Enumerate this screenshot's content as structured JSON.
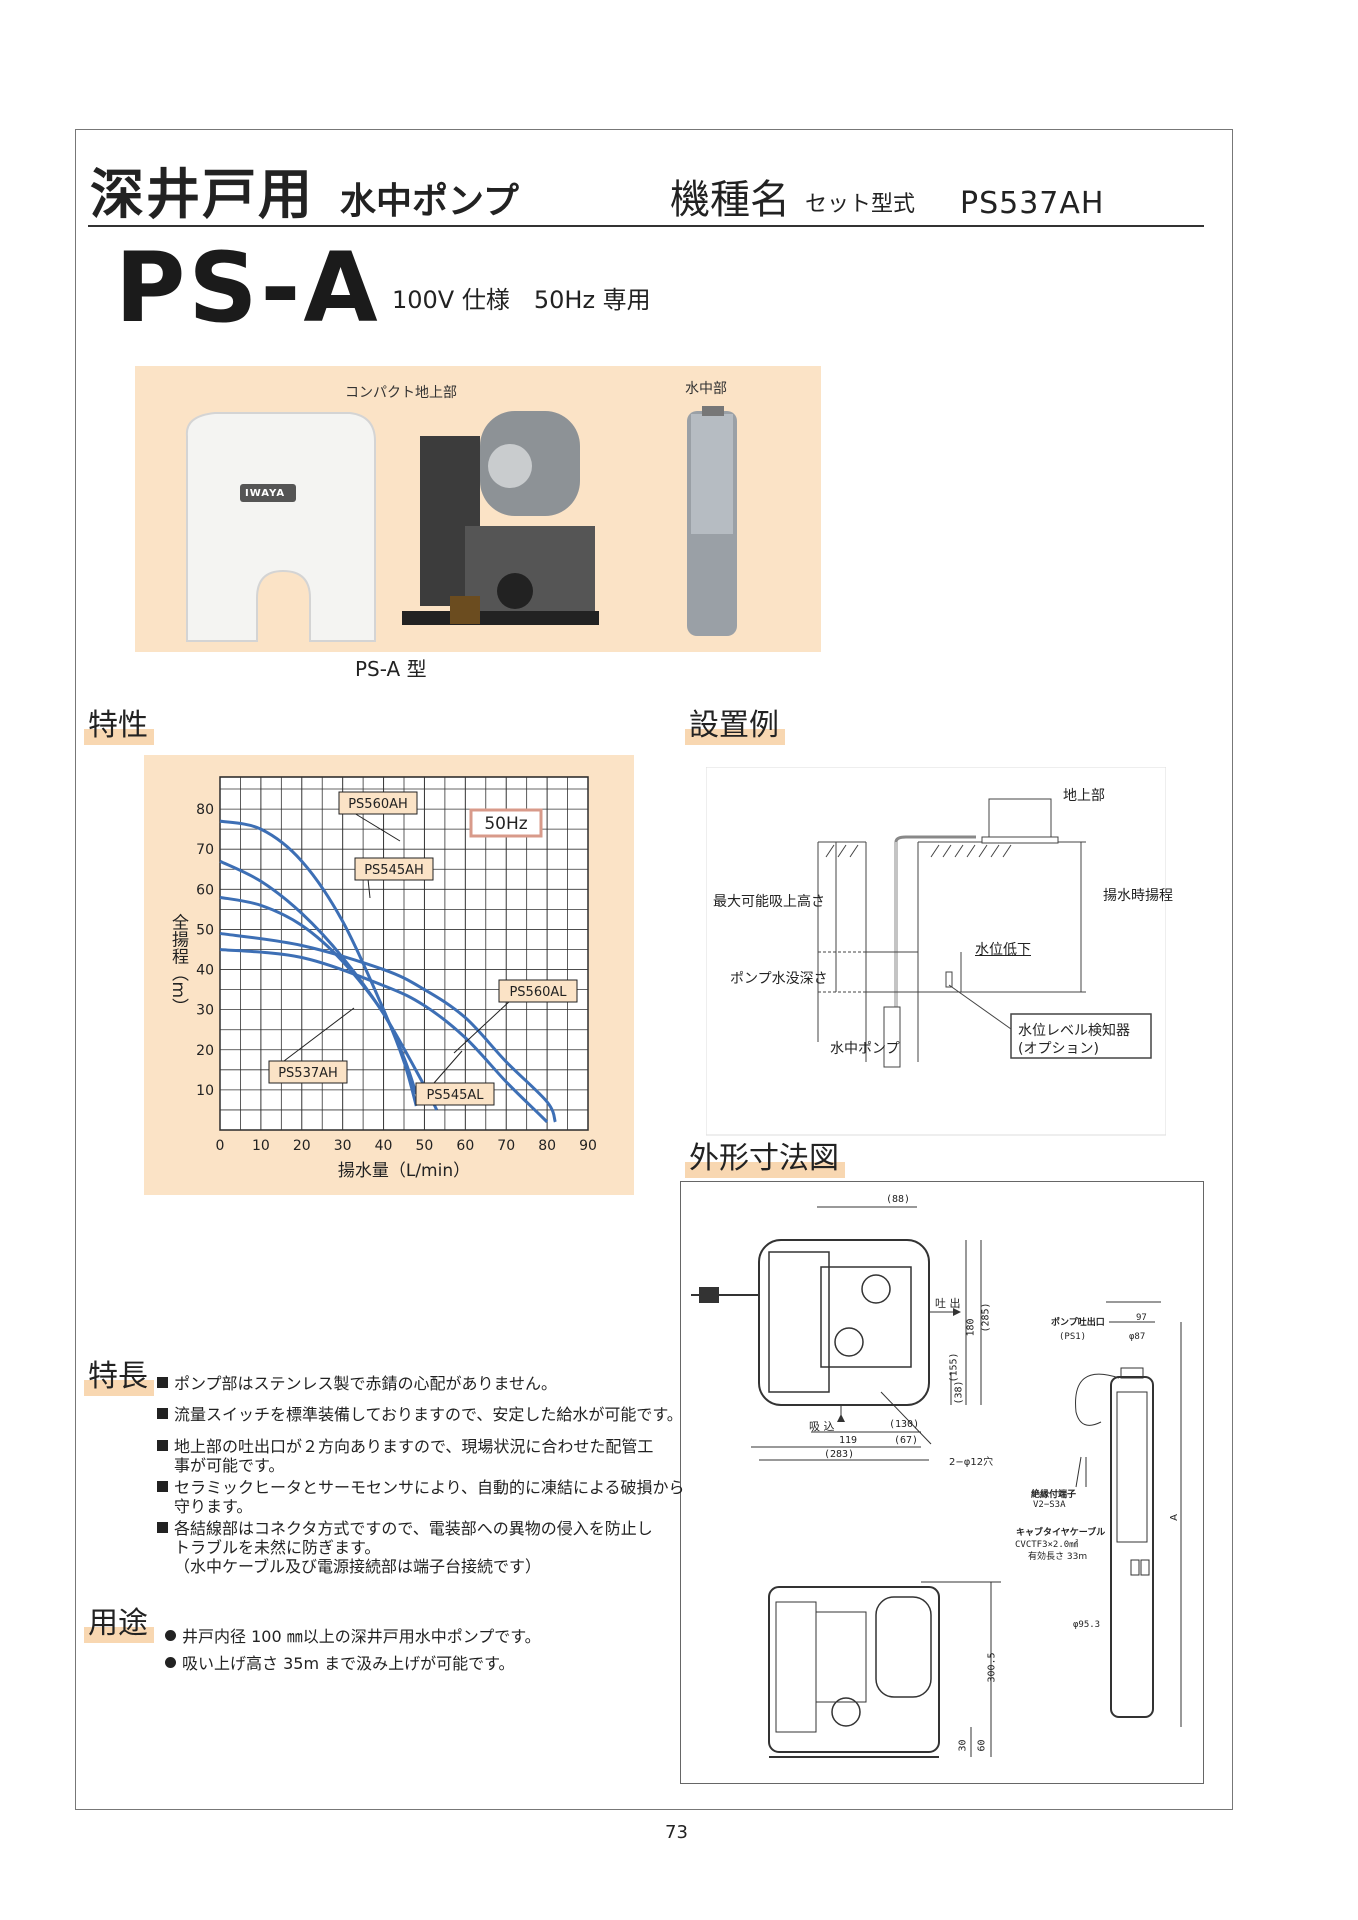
{
  "header": {
    "title_main": "深井戸用",
    "title_sub": "水中ポンプ",
    "model_label": "機種名",
    "model_sub": "セット型式",
    "model_code": "PS537AH",
    "series": "PS-A",
    "spec": "100V 仕様　50Hz 専用"
  },
  "photo": {
    "label_above_ground": "コンパクト地上部",
    "label_submersible": "水中部",
    "logo": "IWAYA",
    "caption": "PS-A 型"
  },
  "sections": {
    "characteristics": "特性",
    "installation": "設置例",
    "dimensions": "外形寸法図",
    "features": "特長",
    "usage": "用途"
  },
  "chart_data": {
    "type": "line",
    "xlabel": "揚水量（L/min）",
    "ylabel": "全揚程（m）",
    "xlim": [
      0,
      90
    ],
    "ylim": [
      0,
      88
    ],
    "xticks": [
      0,
      10,
      20,
      30,
      40,
      50,
      60,
      70,
      80,
      90
    ],
    "yticks": [
      10,
      20,
      30,
      40,
      50,
      60,
      70,
      80
    ],
    "grid": true,
    "annotation": "50Hz",
    "series": [
      {
        "name": "PS560AH",
        "x": [
          0,
          10,
          20,
          30,
          40,
          45,
          48
        ],
        "y": [
          77,
          75,
          67,
          52,
          30,
          17,
          6
        ]
      },
      {
        "name": "PS545AH",
        "x": [
          0,
          10,
          20,
          30,
          40,
          50,
          53
        ],
        "y": [
          67,
          62,
          54,
          43,
          29,
          11,
          5
        ]
      },
      {
        "name": "PS537AH",
        "x": [
          0,
          10,
          20,
          30,
          40,
          45,
          48
        ],
        "y": [
          58,
          56,
          51,
          42,
          29,
          18,
          9
        ]
      },
      {
        "name": "PS560AL",
        "x": [
          0,
          20,
          40,
          50,
          60,
          70,
          80,
          82
        ],
        "y": [
          49,
          46,
          40,
          35,
          28,
          17,
          7,
          2
        ]
      },
      {
        "name": "PS545AL",
        "x": [
          0,
          20,
          40,
          50,
          60,
          70,
          78,
          80
        ],
        "y": [
          45,
          43,
          36,
          31,
          23,
          12,
          4,
          2
        ]
      }
    ]
  },
  "installation": {
    "above_ground": "地上部",
    "max_suction": "最大可能吸上高さ",
    "pump_head": "揚水時揚程",
    "water_drop": "水位低下",
    "submersion_depth": "ポンプ水没深さ",
    "pump": "水中ポンプ",
    "level_sensor_1": "水位レベル検知器",
    "level_sensor_2": "(オプション)"
  },
  "dimensions": {
    "d88": "(88)",
    "discharge": "吐 出",
    "suction": "吸 込",
    "d155": "(155)",
    "d180": "180",
    "d285": "(285)",
    "d38": "(38)",
    "d130": "(130)",
    "d67": "(67)",
    "d119": "119",
    "d283": "(283)",
    "holes": "2−φ12穴",
    "d300_5": "300.5",
    "d30": "30",
    "d60": "60",
    "pump_outlet": "ポンプ吐出口",
    "ps1": "(PS1)",
    "d97": "97",
    "phi87": "φ87",
    "terminal": "絶縁付端子",
    "terminal_code": "V2−S3A",
    "cable": "キャブタイヤケーブル",
    "cable_spec": "CVCTF3×2.0㎟",
    "cable_len": "有効長さ 33m",
    "dim_a": "A",
    "phi95_3": "φ95.3"
  },
  "features": [
    "ポンプ部はステンレス製で赤錆の心配がありません。",
    "流量スイッチを標準装備しておりますので、安定した給水が可能です。",
    "地上部の吐出口が２方向ありますので、現場状況に合わせた配管工",
    "事が可能です。",
    "セラミックヒータとサーモセンサにより、自動的に凍結による破損から",
    "守ります。",
    "各結線部はコネクタ方式ですので、電装部への異物の侵入を防止し",
    "トラブルを未然に防ぎます。",
    "（水中ケーブル及び電源接続部は端子台接続です）"
  ],
  "usage": [
    "井戸内径 100 ㎜以上の深井戸用水中ポンプです。",
    "吸い上げ高さ 35m まで汲み上げが可能です。"
  ],
  "page_number": "73",
  "colors": {
    "accent_bg": "#fbe3c6",
    "heading_marker": "#f8d7b1",
    "curve": "#3d6fb5",
    "label_border": "#d89a8a"
  }
}
